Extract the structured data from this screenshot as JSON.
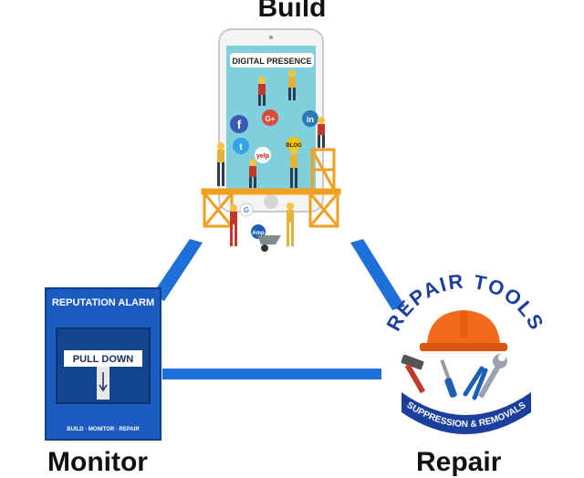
{
  "labels": {
    "build": "Build",
    "monitor": "Monitor",
    "repair": "Repair"
  },
  "phone": {
    "banner": "DIGITAL PRESENCE",
    "social": {
      "facebook": "f",
      "google_plus": "G+",
      "linkedin": "in",
      "twitter": "t",
      "yelp": "yelp",
      "blog": "BLOG",
      "google": "G",
      "amp": "Amp"
    }
  },
  "alarm": {
    "title": "REPUTATION ALARM",
    "handle": "PULL DOWN",
    "footer": "BUILD · MONITOR · REPAIR"
  },
  "tools_badge": {
    "arc_text": "REPAIR TOOLS",
    "ribbon": "SUPPRESSION & REMOVALS"
  },
  "colors": {
    "triangle": "#1f6fd8",
    "alarm_blue": "#1a5bbf",
    "helmet": "#f26a1b",
    "badge_blue": "#1c3f9e",
    "scaffold": "#f0a020",
    "screen": "#7fd0dc"
  }
}
